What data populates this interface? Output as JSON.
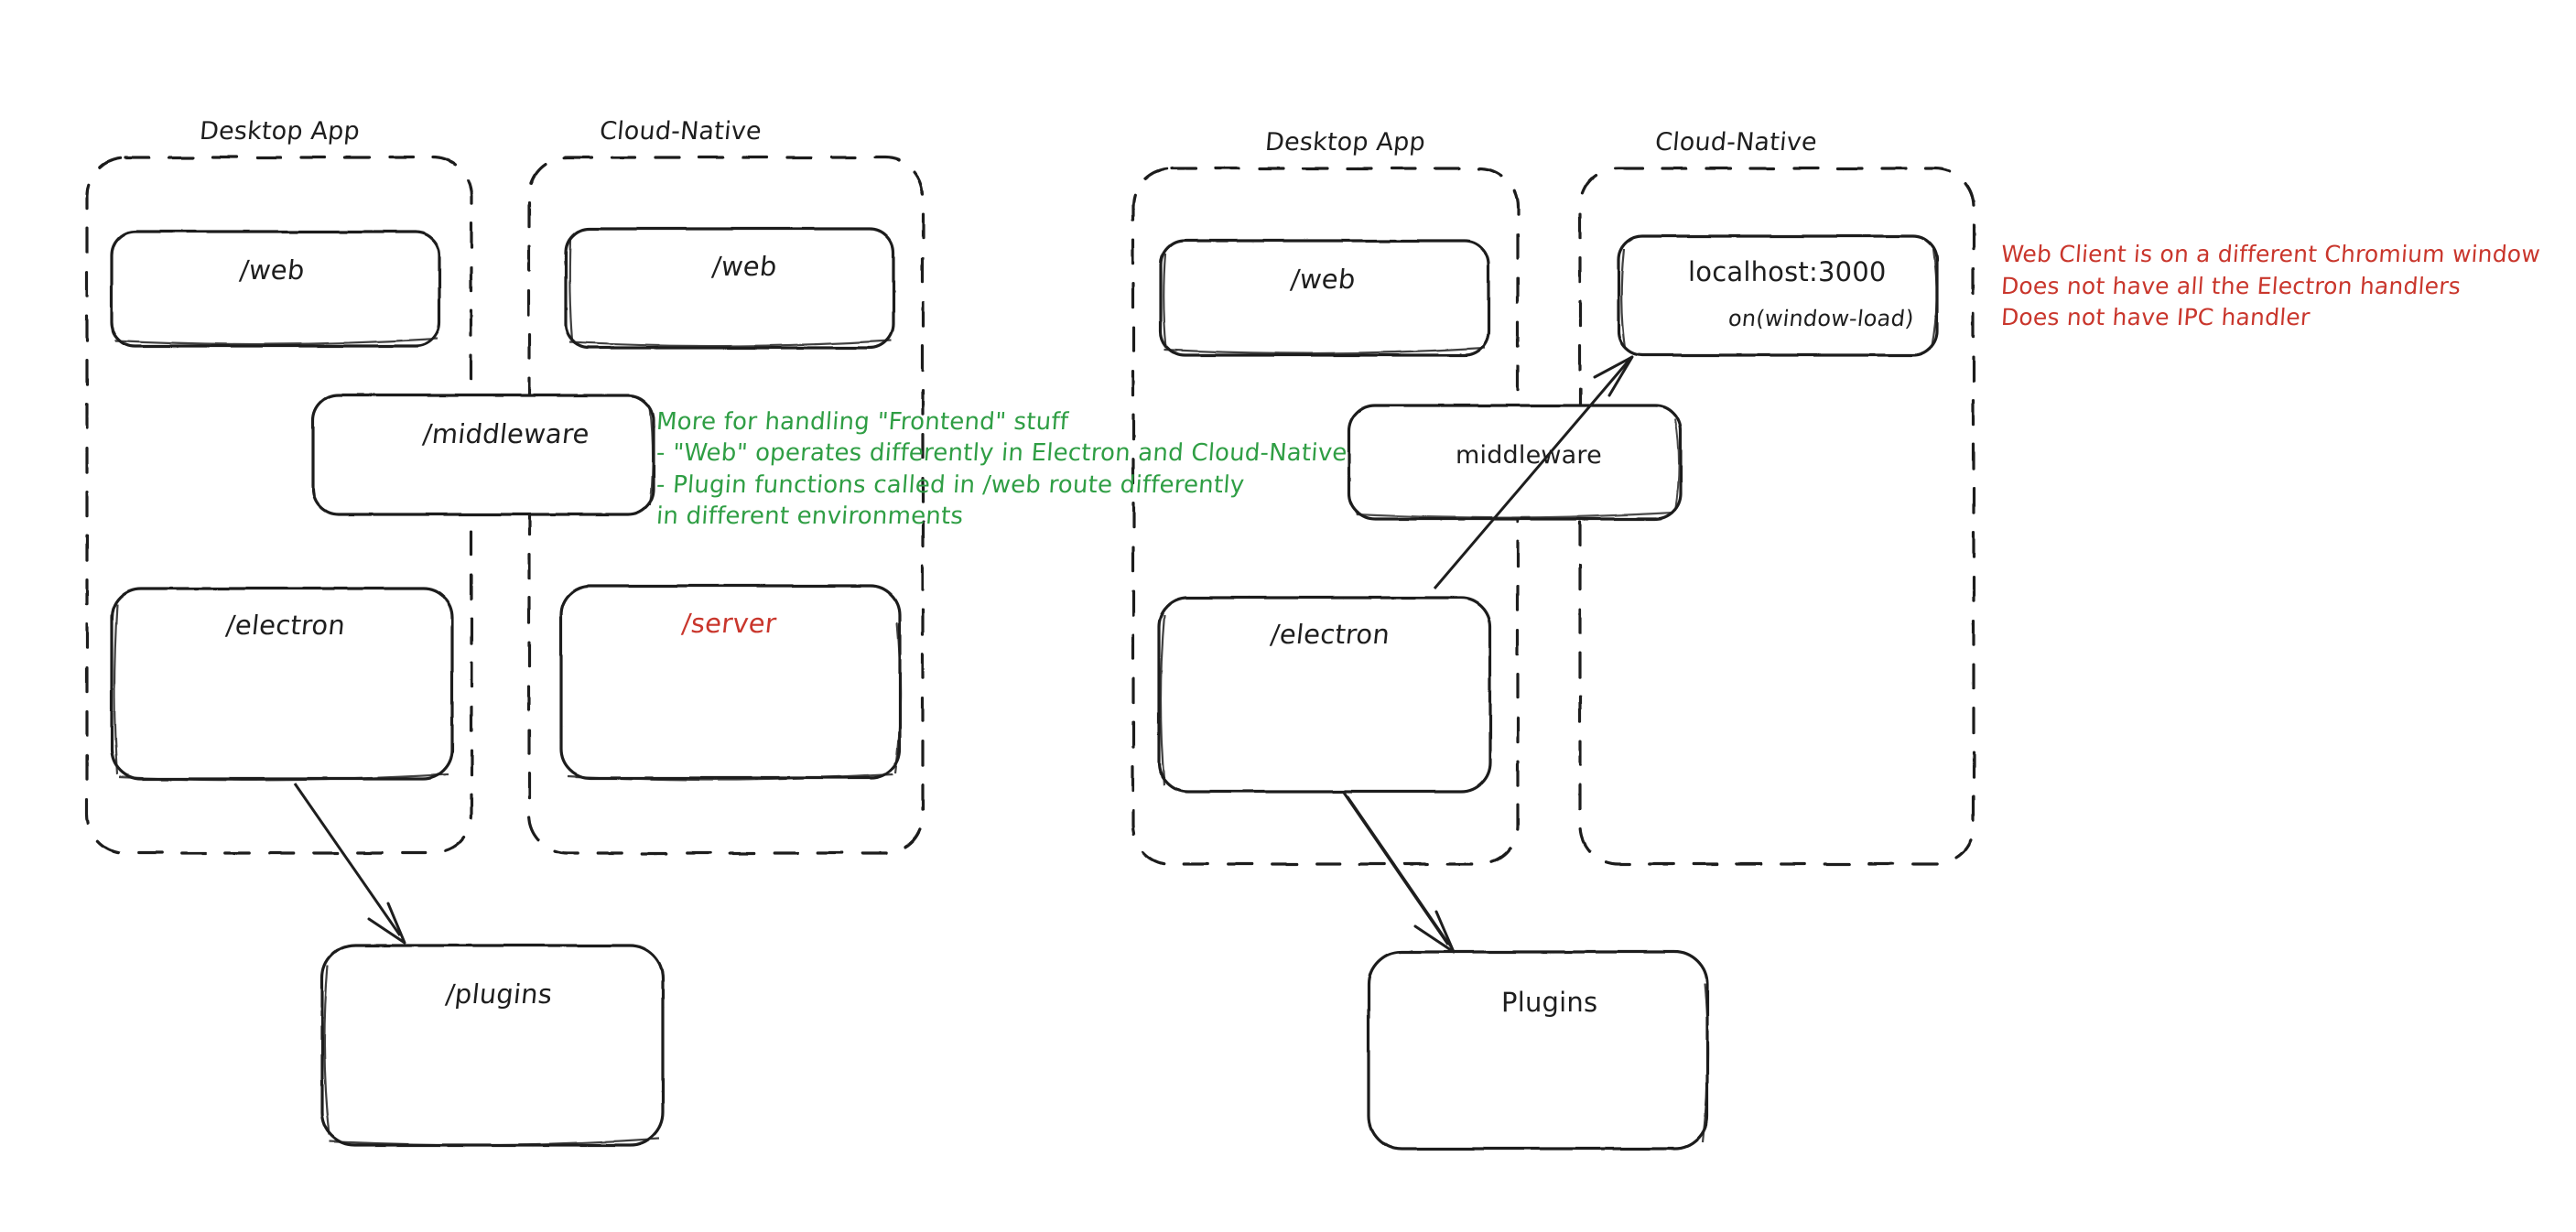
{
  "diagram": {
    "title": "Electron vs Cloud-Native architecture sketch",
    "style": "hand-drawn / excalidraw",
    "background": "#ffffff",
    "colors": {
      "stroke": "#1e1e1e",
      "red": "#c9362c",
      "green": "#2f9e44"
    }
  },
  "left_diagram": {
    "groups": [
      {
        "label": "Desktop App",
        "name": "desktop-app"
      },
      {
        "label": "Cloud-Native",
        "name": "cloud-native"
      }
    ],
    "nodes": [
      {
        "label": "/web",
        "color": "#1e1e1e",
        "group": "desktop-app"
      },
      {
        "label": "/web",
        "color": "#1e1e1e",
        "group": "cloud-native"
      },
      {
        "label": "/middleware",
        "color": "#1e1e1e",
        "group": "spanning"
      },
      {
        "label": "/electron",
        "color": "#1e1e1e",
        "group": "desktop-app"
      },
      {
        "label": "/server",
        "color": "#c9362c",
        "group": "cloud-native"
      },
      {
        "label": "/plugins",
        "color": "#1e1e1e",
        "group": "outside"
      }
    ],
    "annotation_green": [
      "More for handling \"Frontend\" stuff",
      "- \"Web\" operates differently in Electron and Cloud-Native",
      "- Plugin functions called in /web route differently",
      "in different environments"
    ],
    "arrows": [
      {
        "from": "/electron",
        "to": "/plugins"
      }
    ]
  },
  "right_diagram": {
    "groups": [
      {
        "label": "Desktop App",
        "name": "desktop-app"
      },
      {
        "label": "Cloud-Native",
        "name": "cloud-native"
      }
    ],
    "nodes": [
      {
        "label": "/web",
        "color": "#1e1e1e",
        "group": "desktop-app"
      },
      {
        "label": "localhost:3000",
        "sublabel": "on(window-load)",
        "sublabel_color": "#c9362c",
        "color": "#1e1e1e",
        "group": "cloud-native"
      },
      {
        "label": "middleware",
        "color": "#1e1e1e",
        "group": "spanning"
      },
      {
        "label": "/electron",
        "color": "#1e1e1e",
        "group": "desktop-app"
      },
      {
        "label": "Plugins",
        "color": "#1e1e1e",
        "group": "outside"
      }
    ],
    "annotation_red": [
      "Web Client is on a different Chromium window",
      "Does not have all the Electron handlers",
      "Does not have IPC handler"
    ],
    "arrows": [
      {
        "from": "/electron",
        "to": "Plugins"
      },
      {
        "from": "/electron",
        "to": "localhost:3000"
      }
    ]
  }
}
